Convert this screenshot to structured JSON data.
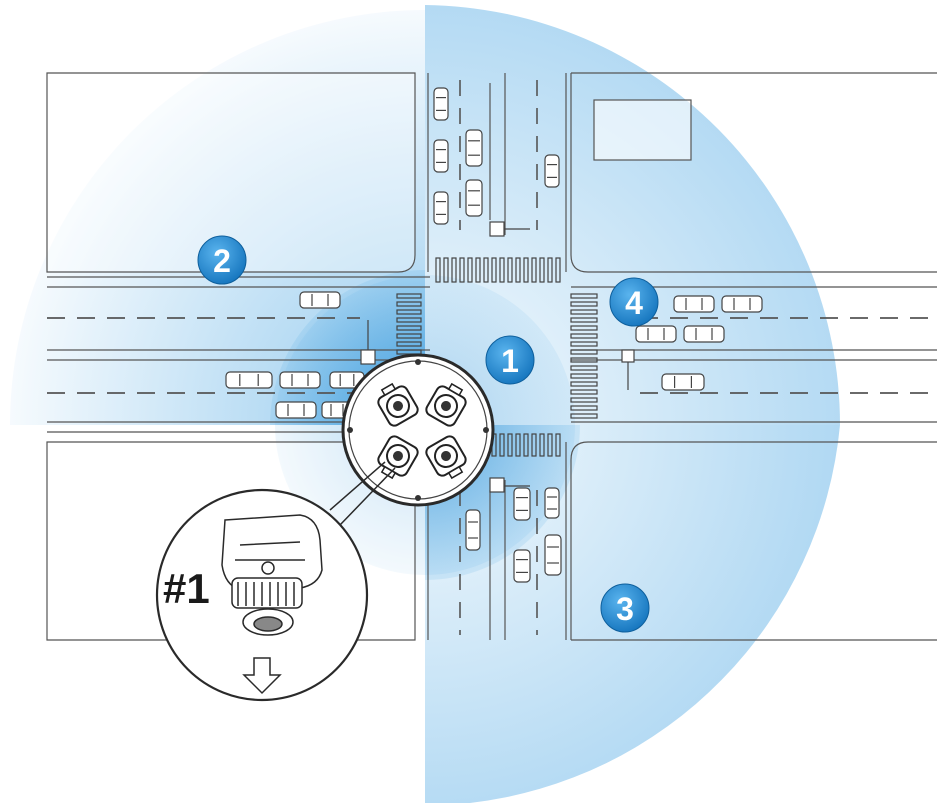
{
  "diagram": {
    "colors": {
      "coverage": "#3a9ee0",
      "badge": "#1f86cc",
      "line": "#555555",
      "background": "#ffffff"
    },
    "badges": [
      {
        "id": "1",
        "label": "1"
      },
      {
        "id": "2",
        "label": "2"
      },
      {
        "id": "3",
        "label": "3"
      },
      {
        "id": "4",
        "label": "4"
      }
    ],
    "callout": {
      "label": "#1",
      "arrow_icon": "down-arrow-icon"
    },
    "camera": {
      "lens_count": 4,
      "icon": "multi-sensor-camera-icon"
    }
  }
}
